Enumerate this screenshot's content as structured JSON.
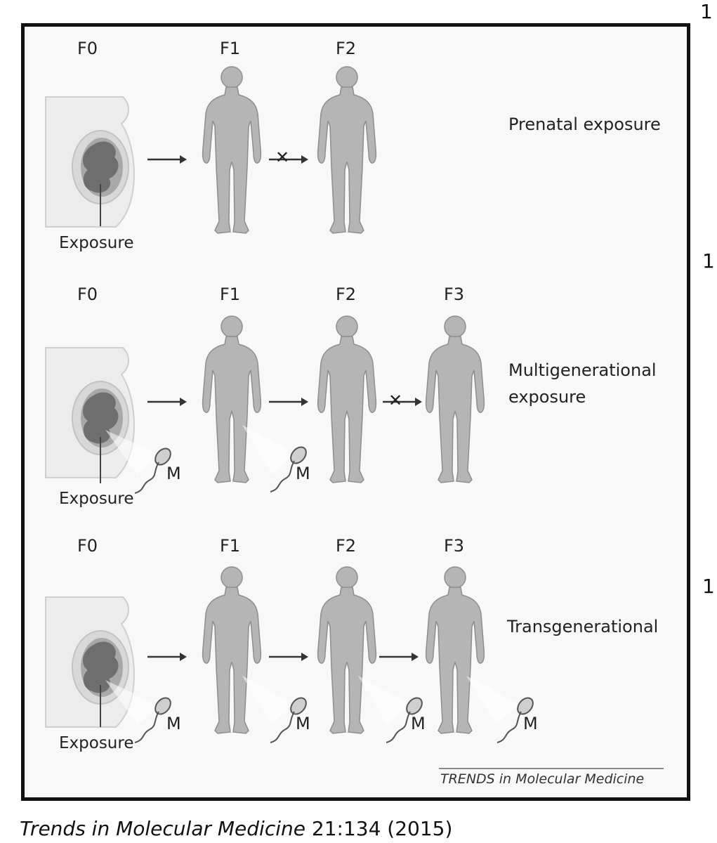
{
  "rows": [
    {
      "label": "Prenatal exposure",
      "generations": [
        "F0",
        "F1",
        "F2"
      ],
      "exposure_label": "Exposure"
    },
    {
      "label": "Multigenerational exposure",
      "label_lines": [
        "Multigenerational",
        "exposure"
      ],
      "generations": [
        "F0",
        "F1",
        "F2",
        "F3"
      ],
      "exposure_label": "Exposure",
      "germline_marker": "M"
    },
    {
      "label": "Transgenerational",
      "generations": [
        "F0",
        "F1",
        "F2",
        "F3"
      ],
      "exposure_label": "Exposure",
      "germline_marker": "M"
    }
  ],
  "source_logo": "TRENDS in Molecular Medicine",
  "caption": {
    "journal": "Trends in Molecular Medicine",
    "citation": "21:134 (2015)"
  },
  "margin_numbers": [
    "1",
    "1",
    "1"
  ],
  "colors": {
    "figure": "#b5b5b5",
    "figure_outline": "#8e8e8e",
    "abdomen": "#ececec",
    "fetus": "#6e6e6e",
    "arrow": "#333333"
  }
}
